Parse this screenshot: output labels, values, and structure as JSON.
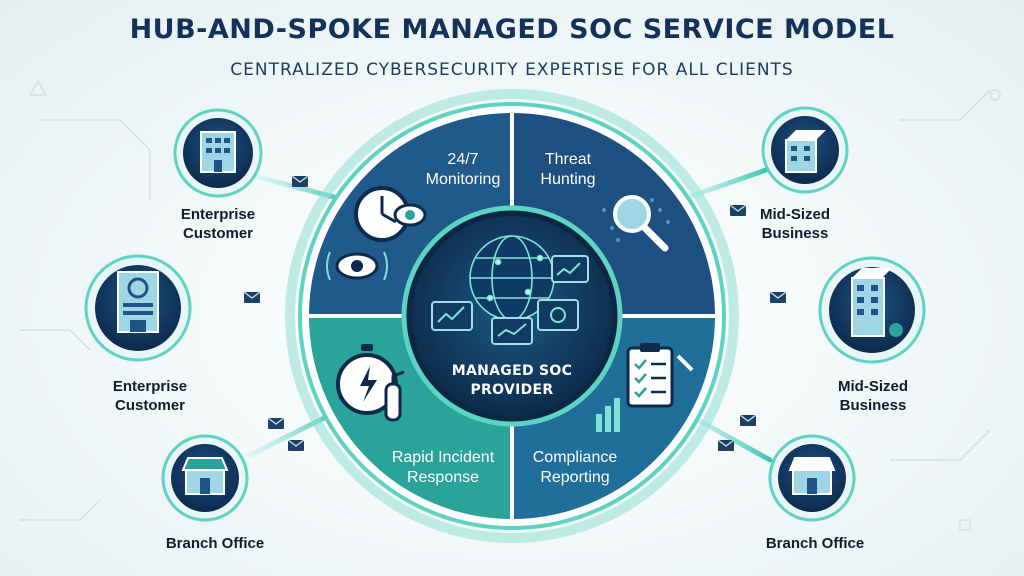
{
  "title": "HUB-AND-SPOKE MANAGED SOC SERVICE MODEL",
  "subtitle": "CENTRALIZED CYBERSECURITY EXPERTISE FOR ALL CLIENTS",
  "hub": {
    "label_line1": "MANAGED SOC",
    "label_line2": "PROVIDER",
    "icon": "globe-icon"
  },
  "services": [
    {
      "line1": "24/7",
      "line2": "Monitoring",
      "icon": "clock-eye-icon"
    },
    {
      "line1": "Threat",
      "line2": "Hunting",
      "icon": "magnifier-icon"
    },
    {
      "line1": "Rapid Incident",
      "line2": "Response",
      "icon": "stopwatch-extinguisher-icon"
    },
    {
      "line1": "Compliance",
      "line2": "Reporting",
      "icon": "clipboard-icon"
    }
  ],
  "clients": [
    {
      "line1": "Enterprise",
      "line2": "Customer",
      "icon": "office-building-icon"
    },
    {
      "line1": "Enterprise",
      "line2": "Customer",
      "icon": "corporate-tower-icon"
    },
    {
      "line1": "Branch Office",
      "line2": "",
      "icon": "storefront-icon"
    },
    {
      "line1": "Mid-Sized",
      "line2": "Business",
      "icon": "building-icon"
    },
    {
      "line1": "Mid-Sized",
      "line2": "Business",
      "icon": "tall-building-icon"
    },
    {
      "line1": "Branch Office",
      "line2": "",
      "icon": "storefront-icon"
    }
  ],
  "colors": {
    "navy": "#13325a",
    "teal": "#2aa39a",
    "blue": "#1f5a8a",
    "dark_teal": "#1f7e84",
    "ring": "#5fd3c2"
  }
}
